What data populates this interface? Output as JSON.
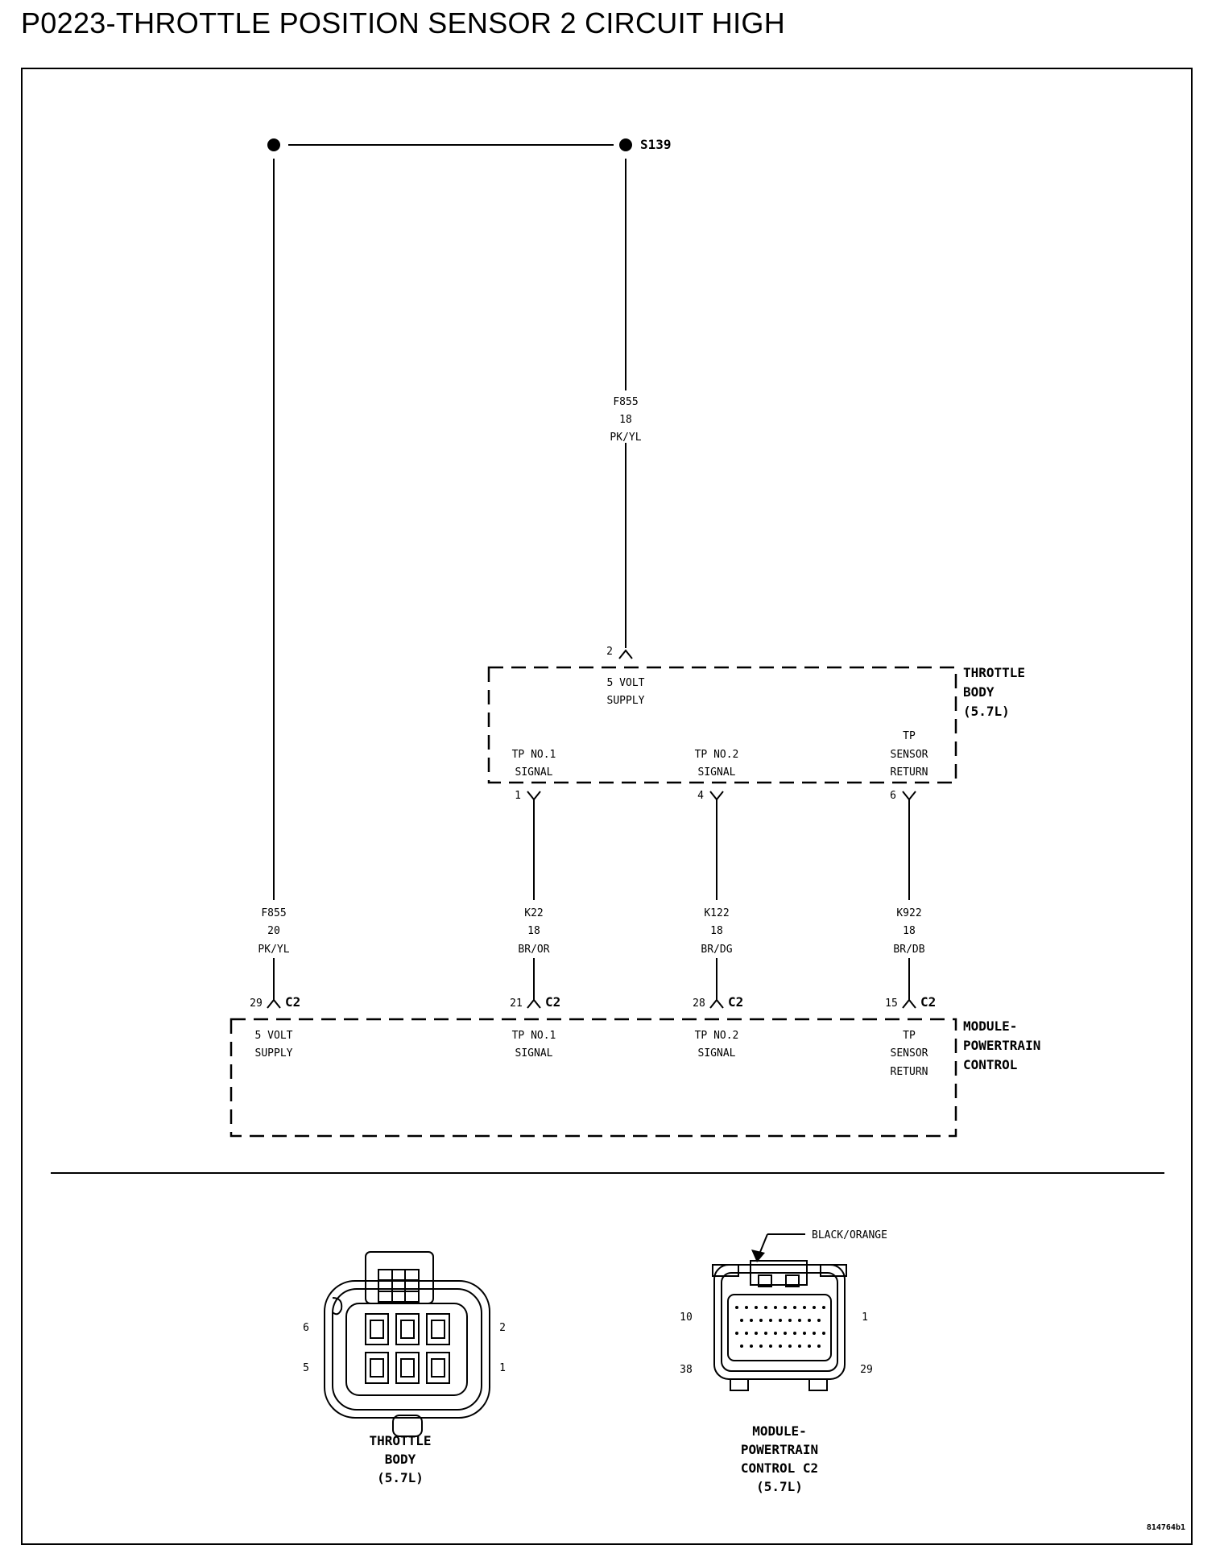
{
  "title": "P0223-THROTTLE POSITION SENSOR 2 CIRCUIT HIGH",
  "splice": {
    "label": "S139"
  },
  "wires": {
    "f855_top": {
      "circuit": "F855",
      "gauge": "18",
      "color": "PK/YL"
    },
    "f855_left": {
      "circuit": "F855",
      "gauge": "20",
      "color": "PK/YL"
    },
    "k22": {
      "circuit": "K22",
      "gauge": "18",
      "color": "BR/OR"
    },
    "k122": {
      "circuit": "K122",
      "gauge": "18",
      "color": "BR/DG"
    },
    "k922": {
      "circuit": "K922",
      "gauge": "18",
      "color": "BR/DB"
    }
  },
  "throttle_body": {
    "name_lines": [
      "THROTTLE",
      "BODY",
      "(5.7L)"
    ],
    "pins": {
      "supply": {
        "num": "2",
        "lines": [
          "5 VOLT",
          "SUPPLY"
        ]
      },
      "tp1": {
        "num": "1",
        "lines": [
          "TP NO.1",
          "SIGNAL"
        ]
      },
      "tp2": {
        "num": "4",
        "lines": [
          "TP NO.2",
          "SIGNAL"
        ]
      },
      "ret": {
        "num": "6",
        "lines": [
          "TP",
          "SENSOR",
          "RETURN"
        ]
      }
    }
  },
  "pcm": {
    "name_lines": [
      "MODULE-",
      "POWERTRAIN",
      "CONTROL"
    ],
    "connector": "C2",
    "pins": {
      "supply": {
        "num": "29",
        "lines": [
          "5 VOLT",
          "SUPPLY"
        ]
      },
      "tp1": {
        "num": "21",
        "lines": [
          "TP NO.1",
          "SIGNAL"
        ]
      },
      "tp2": {
        "num": "28",
        "lines": [
          "TP NO.2",
          "SIGNAL"
        ]
      },
      "ret": {
        "num": "15",
        "lines": [
          "TP",
          "SENSOR",
          "RETURN"
        ]
      }
    }
  },
  "connector_views": {
    "throttle_body": {
      "caption_lines": [
        "THROTTLE",
        "BODY",
        "(5.7L)"
      ],
      "pin_labels": {
        "tl": "6",
        "bl": "5",
        "tr": "2",
        "br": "1"
      }
    },
    "pcm_c2": {
      "caption_lines": [
        "MODULE-",
        "POWERTRAIN",
        "CONTROL C2",
        "(5.7L)"
      ],
      "callout": "BLACK/ORANGE",
      "pin_labels": {
        "tl": "10",
        "bl": "38",
        "tr": "1",
        "br": "29"
      }
    }
  },
  "figure_ref": "814764b1"
}
